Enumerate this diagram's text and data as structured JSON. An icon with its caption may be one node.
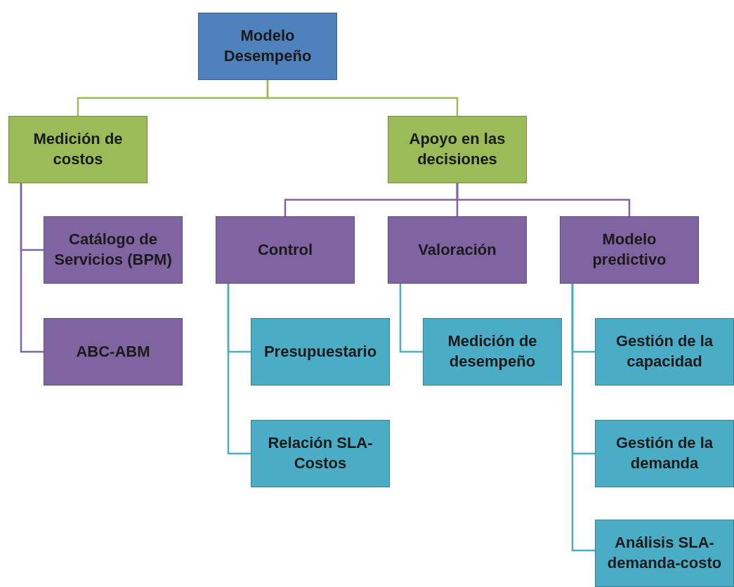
{
  "diagram": {
    "nodes": [
      {
        "text": [
          "Modelo Desempeño"
        ]
      },
      {
        "text": [
          "Medición de costos"
        ]
      },
      {
        "text": [
          "Apoyo en las decisiones"
        ]
      },
      {
        "text": [
          "Catálogo de Servicios (BPM)"
        ]
      },
      {
        "text": [
          "ABC-ABM"
        ]
      },
      {
        "text": [
          "Control"
        ]
      },
      {
        "text": [
          "Valoración"
        ]
      },
      {
        "text": [
          "Modelo predictivo"
        ]
      },
      {
        "text": [
          "Presupuestario"
        ]
      },
      {
        "text": [
          "Relación SLA-Costos"
        ]
      },
      {
        "text": [
          "Medición de desempeño"
        ]
      },
      {
        "text": [
          "Gestión de la capacidad"
        ]
      },
      {
        "text": [
          "Gestión de la demanda"
        ]
      },
      {
        "text": [
          "Análisis SLA-demanda-costo"
        ]
      }
    ],
    "edges": [
      {
        "from": 0,
        "to": 1,
        "arrow": "none",
        "color": "#9bbb59"
      },
      {
        "from": 0,
        "to": 2,
        "arrow": "none",
        "color": "#9bbb59"
      },
      {
        "from": 1,
        "to": 3,
        "arrow": "none",
        "color": "#8064a2"
      },
      {
        "from": 1,
        "to": 4,
        "arrow": "none",
        "color": "#8064a2"
      },
      {
        "from": 2,
        "to": 5,
        "arrow": "none",
        "color": "#8064a2"
      },
      {
        "from": 2,
        "to": 6,
        "arrow": "none",
        "color": "#8064a2"
      },
      {
        "from": 2,
        "to": 7,
        "arrow": "none",
        "color": "#8064a2"
      },
      {
        "from": 5,
        "to": 8,
        "arrow": "none",
        "color": "#4bacc6"
      },
      {
        "from": 5,
        "to": 9,
        "arrow": "none",
        "color": "#4bacc6"
      },
      {
        "from": 6,
        "to": 10,
        "arrow": "none",
        "color": "#4bacc6"
      },
      {
        "from": 7,
        "to": 11,
        "arrow": "none",
        "color": "#4bacc6"
      },
      {
        "from": 7,
        "to": 12,
        "arrow": "none",
        "color": "#4bacc6"
      },
      {
        "from": 7,
        "to": 13,
        "arrow": "none",
        "color": "#4bacc6"
      }
    ]
  }
}
